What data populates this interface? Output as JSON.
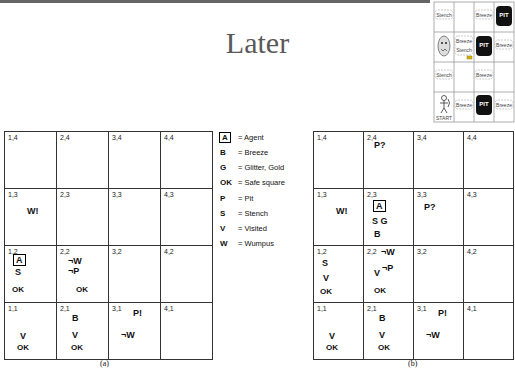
{
  "diagram": {
    "title": "Later",
    "nodes": [
      {
        "text": [
          "1,4"
        ]
      },
      {
        "text": [
          "2,4"
        ]
      },
      {
        "text": [
          "3,4"
        ]
      },
      {
        "text": [
          "4,4"
        ]
      },
      {
        "text": [
          "1,3",
          "W!"
        ]
      },
      {
        "text": [
          "2,3"
        ]
      },
      {
        "text": [
          "3,3"
        ]
      },
      {
        "text": [
          "4,3"
        ]
      },
      {
        "text": [
          "1,2",
          "A",
          "S",
          "OK"
        ]
      },
      {
        "text": [
          "2,2",
          "¬W",
          "¬P",
          "OK"
        ]
      },
      {
        "text": [
          "3,2"
        ]
      },
      {
        "text": [
          "4,2"
        ]
      },
      {
        "text": [
          "1,1",
          "V",
          "OK"
        ]
      },
      {
        "text": [
          "2,1",
          "B",
          "V",
          "OK"
        ]
      },
      {
        "text": [
          "3,1",
          "P!",
          "¬W"
        ]
      },
      {
        "text": [
          "4,1"
        ]
      },
      {
        "text": [
          "1,4"
        ]
      },
      {
        "text": [
          "2,4",
          "P?"
        ]
      },
      {
        "text": [
          "3,4"
        ]
      },
      {
        "text": [
          "4,4"
        ]
      },
      {
        "text": [
          "1,3",
          "W!"
        ]
      },
      {
        "text": [
          "2,3",
          "A",
          "S G",
          "B"
        ]
      },
      {
        "text": [
          "3,3",
          "P?"
        ]
      },
      {
        "text": [
          "4,3"
        ]
      },
      {
        "text": [
          "1,2",
          "S",
          "V",
          "OK"
        ]
      },
      {
        "text": [
          "2,2",
          "¬W",
          "V",
          "¬P",
          "OK"
        ]
      },
      {
        "text": [
          "3,2"
        ]
      },
      {
        "text": [
          "4,2"
        ]
      },
      {
        "text": [
          "1,1",
          "V",
          "OK"
        ]
      },
      {
        "text": [
          "2,1",
          "B",
          "V",
          "OK"
        ]
      },
      {
        "text": [
          "3,1",
          "P!",
          "¬W"
        ]
      },
      {
        "text": [
          "4,1"
        ]
      }
    ],
    "labels": [
      "Stench",
      "Breeze",
      "PIT",
      "Breeze",
      "Stench",
      "PIT",
      "Breeze",
      "Stench",
      "Breeze",
      "START",
      "Breeze",
      "PIT",
      "Breeze",
      "A",
      "B",
      "G",
      "OK",
      "P",
      "S",
      "V",
      "W",
      "(a)",
      "(b)"
    ],
    "legend": [
      {
        "text": "= Agent"
      },
      {
        "text": "= Breeze"
      },
      {
        "text": "= Glitter, Gold"
      },
      {
        "text": "= Safe square"
      },
      {
        "text": "= Pit"
      },
      {
        "text": "= Stench"
      },
      {
        "text": "= Visited"
      },
      {
        "text": "= Wumpus"
      }
    ]
  }
}
